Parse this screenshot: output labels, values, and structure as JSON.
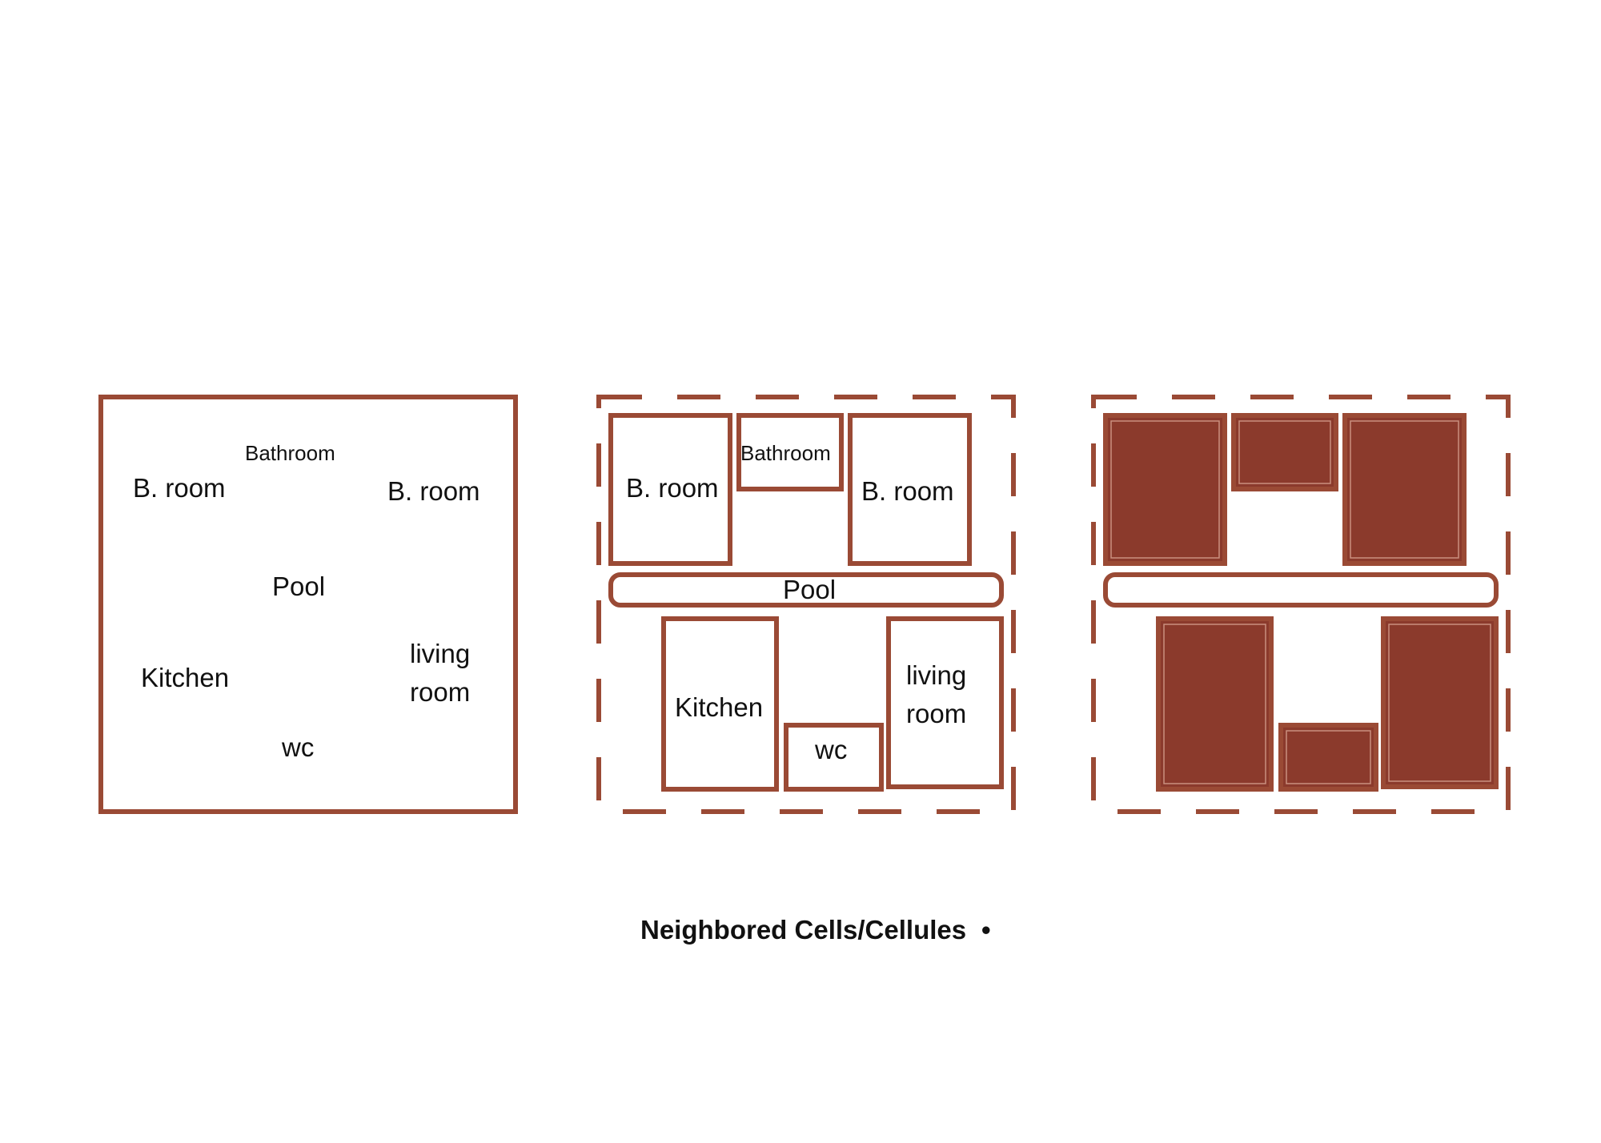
{
  "colors": {
    "stroke": "#9a4a35",
    "fill": "#8b3a2c",
    "inner_line": "#c98f7f",
    "text": "#111111"
  },
  "panel1": {
    "labels": {
      "bathroom": "Bathroom",
      "broom_left": "B. room",
      "broom_right": "B. room",
      "pool": "Pool",
      "kitchen": "Kitchen",
      "living_1": "living",
      "living_2": "room",
      "wc": "wc"
    }
  },
  "panel2": {
    "labels": {
      "broom_left": "B. room",
      "bathroom": "Bathroom",
      "broom_right": "B. room",
      "pool": "Pool",
      "kitchen": "Kitchen",
      "wc": "wc",
      "living_1": "living",
      "living_2": "room"
    }
  },
  "caption": {
    "title": "Neighbored Cells/Cellules",
    "bullet": "•"
  }
}
